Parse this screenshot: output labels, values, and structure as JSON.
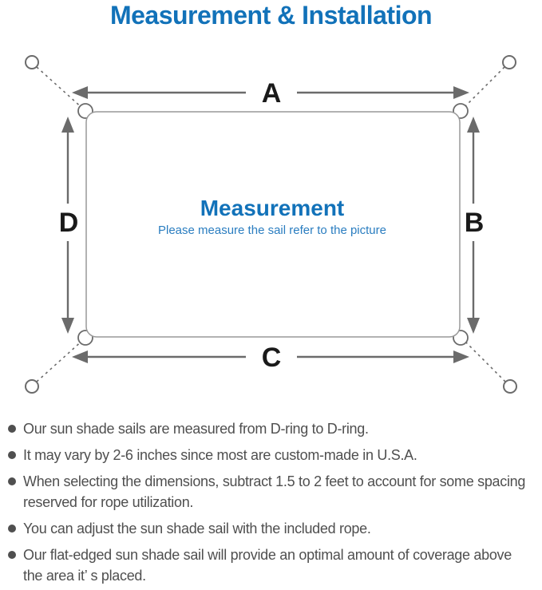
{
  "title": "Measurement & Installation",
  "colors": {
    "accent_blue": "#1272b9",
    "subtitle_blue": "#2a7dc0",
    "line_gray": "#6b6b6b",
    "body_text_gray": "#4f4f4f"
  },
  "diagram": {
    "labels": {
      "top": "A",
      "right": "B",
      "bottom": "C",
      "left": "D"
    },
    "center_title": "Measurement",
    "center_subtitle": "Please measure the sail refer to the picture"
  },
  "bullets": [
    "Our sun shade sails are measured from D-ring to D-ring.",
    "It may vary by 2-6 inches since most are custom-made in U.S.A.",
    "When selecting the dimensions, subtract 1.5 to 2 feet to account for some spacing reserved for rope utilization.",
    "You can adjust the sun shade sail with the included rope.",
    "Our flat-edged sun shade sail will provide an optimal amount of coverage above the area it’ s placed."
  ]
}
